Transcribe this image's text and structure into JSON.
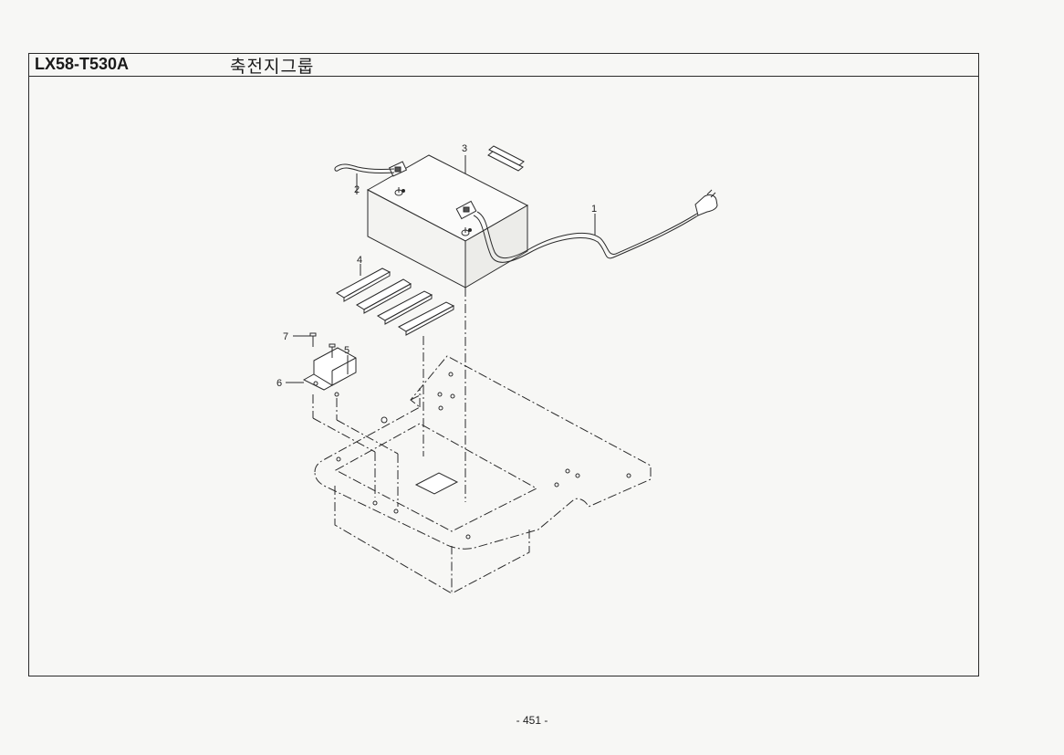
{
  "header": {
    "model": "LX58-T530A",
    "group_title": "축전지그룹"
  },
  "callouts": {
    "c1": "1",
    "c2": "2",
    "c3": "3",
    "c4": "4",
    "c5": "5",
    "c6": "6",
    "c7": "7"
  },
  "footer": {
    "page_number": "- 451 -"
  },
  "colors": {
    "line": "#2a2a2a",
    "paper": "#f7f7f5"
  }
}
